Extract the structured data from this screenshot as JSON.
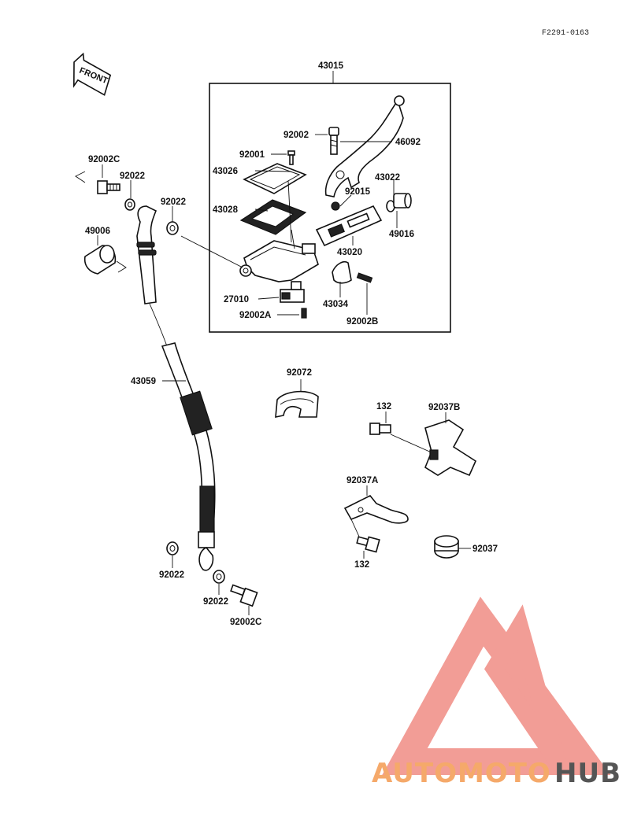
{
  "diagram_code": "F2291-0163",
  "front_label": "FRONT",
  "watermark": {
    "text_part1": "AUTOMOTO",
    "text_part2": "HUB",
    "color_orange": "#f5a96a",
    "color_red": "#f08c84",
    "color_gray": "#555555"
  },
  "labels": {
    "p43015": "43015",
    "p92002": "92002",
    "p46092": "46092",
    "p92001": "92001",
    "p43026": "43026",
    "p43022": "43022",
    "p92015": "92015",
    "p43028": "43028",
    "p49016": "49016",
    "p43020": "43020",
    "p27010": "27010",
    "p43034": "43034",
    "p92002A": "92002A",
    "p92002B": "92002B",
    "p92002C_top": "92002C",
    "p92022_a": "92022",
    "p92022_b": "92022",
    "p49006": "49006",
    "p43059": "43059",
    "p92072": "92072",
    "p132_top": "132",
    "p92037B": "92037B",
    "p92037A": "92037A",
    "p132_bottom": "132",
    "p92037": "92037",
    "p92022_c": "92022",
    "p92022_d": "92022",
    "p92002C_bottom": "92002C"
  }
}
